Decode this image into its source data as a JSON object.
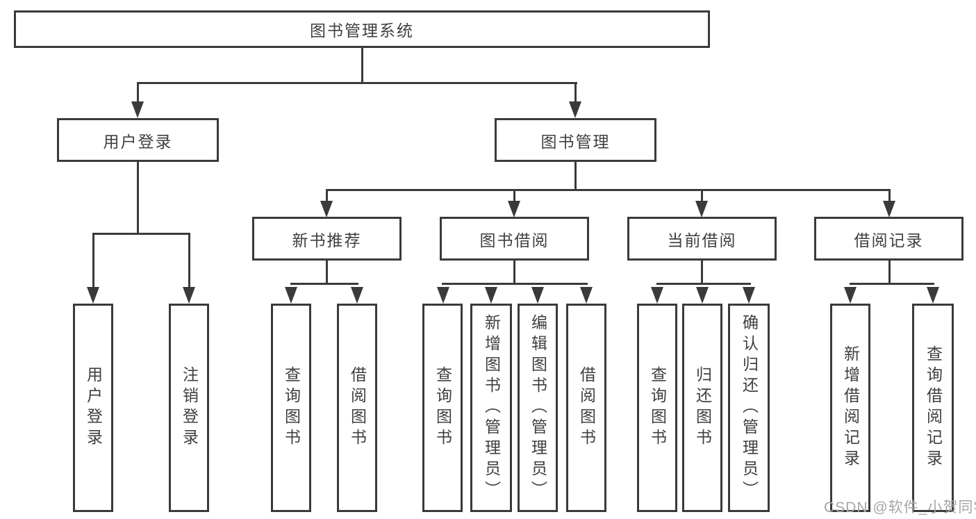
{
  "diagram": {
    "root": {
      "label": "图书管理系统"
    },
    "user_login": {
      "label": "用户登录",
      "leaves": {
        "login": "用户登录",
        "logout": "注销登录"
      }
    },
    "book_mgmt": {
      "label": "图书管理"
    },
    "new_book": {
      "label": "新书推荐",
      "leaves": {
        "query": "查询图书",
        "borrow": "借阅图书"
      }
    },
    "borrowing": {
      "label": "图书借阅",
      "leaves": {
        "query": "查询图书",
        "add": "新增图书（管理员）",
        "edit": "编辑图书（管理员）",
        "borrow": "借阅图书"
      }
    },
    "current": {
      "label": "当前借阅",
      "leaves": {
        "query": "查询图书",
        "return": "归还图书",
        "confirm": "确认归还（管理员）"
      }
    },
    "records": {
      "label": "借阅记录",
      "leaves": {
        "add": "新增借阅记录",
        "query": "查询借阅记录"
      }
    }
  },
  "watermark": "CSDN @软件_小贺同学",
  "colors": {
    "line": "#3a3a3a",
    "text": "#3f3f3f",
    "watermark": "#a6a6a6",
    "background": "#ffffff"
  }
}
